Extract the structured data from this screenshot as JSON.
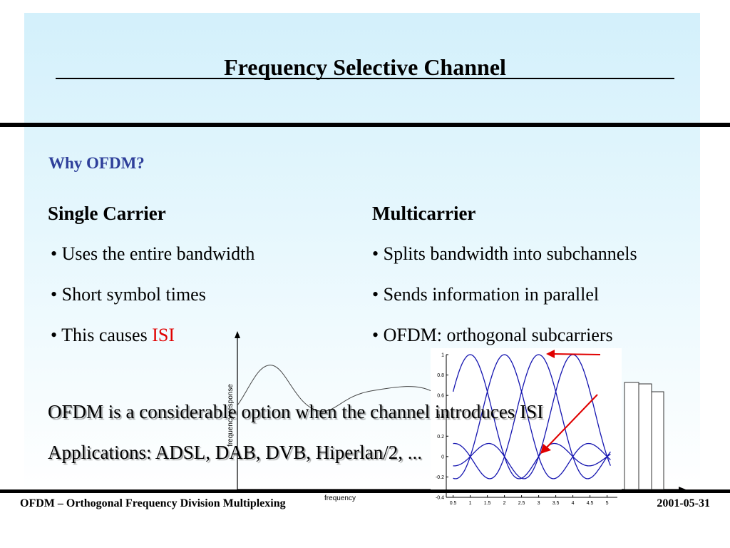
{
  "title": "Frequency Selective Channel",
  "subtitle": "Why OFDM?",
  "single_carrier": {
    "heading": "Single Carrier",
    "bullets": [
      "• Uses the entire bandwidth",
      "• Short symbol times"
    ],
    "last_bullet_prefix": "• This causes ",
    "last_bullet_highlight": "ISI"
  },
  "multicarrier": {
    "heading": "Multicarrier",
    "bullets": [
      "• Splits bandwidth into subchannels",
      "• Sends information in parallel",
      "• OFDM: orthogonal subcarriers"
    ]
  },
  "statements": [
    "OFDM is a considerable option when the channel introduces ISI",
    "Applications: ADSL, DAB, DVB, Hiperlan/2, ..."
  ],
  "response_plot": {
    "ylabel": "frequency response",
    "xlabel": "frequency"
  },
  "chart_data": {
    "type": "line",
    "x_ticks": [
      "0.5",
      "1",
      "1.5",
      "2",
      "2.5",
      "3",
      "3.5",
      "4",
      "4.5",
      "5"
    ],
    "y_ticks": [
      "1",
      "0.8",
      "0.6",
      "0.4",
      "0.2",
      "0",
      "-0.2",
      "-0.4"
    ],
    "xlim": [
      0.3,
      5.3
    ],
    "ylim": [
      -0.4,
      1.0
    ],
    "series": [
      {
        "center": 1.0,
        "line_color": "#1515b0"
      },
      {
        "center": 2.0,
        "line_color": "#1515b0"
      },
      {
        "center": 3.0,
        "line_color": "#1515b0"
      },
      {
        "center": 4.0,
        "line_color": "#1515b0"
      }
    ],
    "grid": false
  },
  "footer": {
    "left": "OFDM – Orthogonal Frequency Division Multiplexing",
    "right": "2001-05-31"
  },
  "colors": {
    "subtitle": "#2e3f9a",
    "highlight": "#e00000",
    "arrow": "#e00000",
    "sinc": "#1515b0"
  }
}
